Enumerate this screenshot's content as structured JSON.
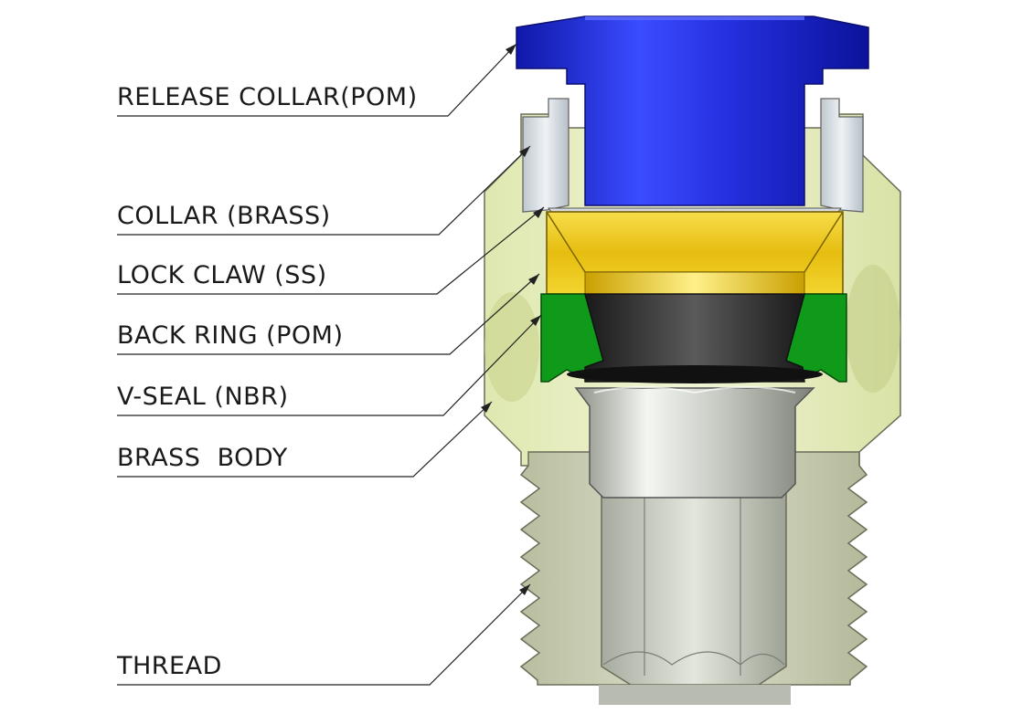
{
  "labels": [
    {
      "id": "release-collar",
      "text": "RELEASE COLLAR(POM)"
    },
    {
      "id": "collar",
      "text": "COLLAR (BRASS)"
    },
    {
      "id": "lock-claw",
      "text": "LOCK CLAW (SS)"
    },
    {
      "id": "back-ring",
      "text": "BACK RING (POM)"
    },
    {
      "id": "v-seal",
      "text": "V-SEAL (NBR)"
    },
    {
      "id": "brass-body",
      "text": "BRASS  BODY"
    },
    {
      "id": "thread",
      "text": "THREAD"
    }
  ],
  "colors": {
    "release_collar": "#1e2ad6",
    "collar": "#cfd6dc",
    "lock_claw": "#e6c41c",
    "back_ring": "#2e2e2e",
    "v_seal": "#0f9a1a",
    "brass_body": "#e9efc3",
    "thread": "#cdd0bc",
    "leader_line": "#222222"
  }
}
